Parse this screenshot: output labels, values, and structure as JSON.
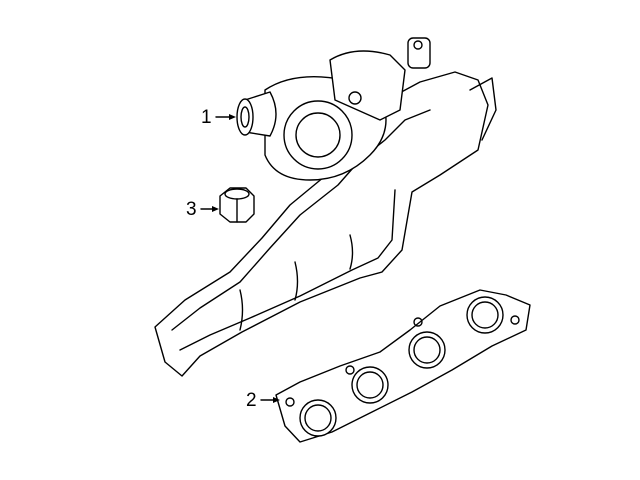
{
  "callouts": [
    {
      "number": "1",
      "part": "turbocharger"
    },
    {
      "number": "2",
      "part": "gasket"
    },
    {
      "number": "3",
      "part": "nut"
    }
  ]
}
